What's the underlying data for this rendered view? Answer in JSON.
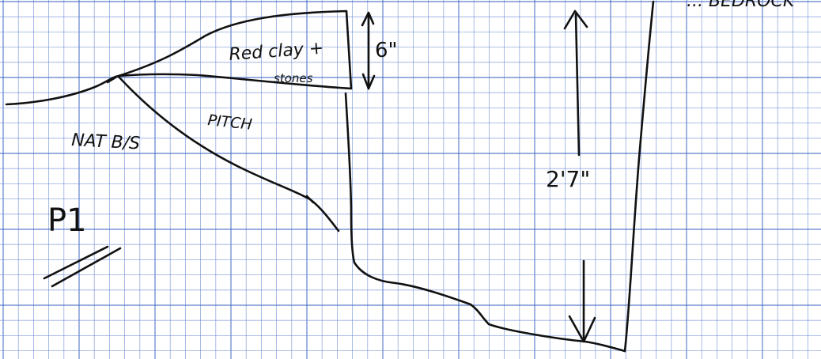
{
  "sheet": {
    "grid_color": "#6f8fd6",
    "grid_major_color": "#4a6fc6",
    "ink_color": "#111111",
    "paper_color": "#ffffff"
  },
  "labels": {
    "top_right": "... BEDROCK",
    "fill_desc_line1": "Red clay +",
    "fill_desc_line2": "stones",
    "height_small": "6\"",
    "natural_ground": "NAT B/S",
    "pit_label": "PITCH",
    "depth": "2'7\"",
    "section_id": "P1"
  }
}
